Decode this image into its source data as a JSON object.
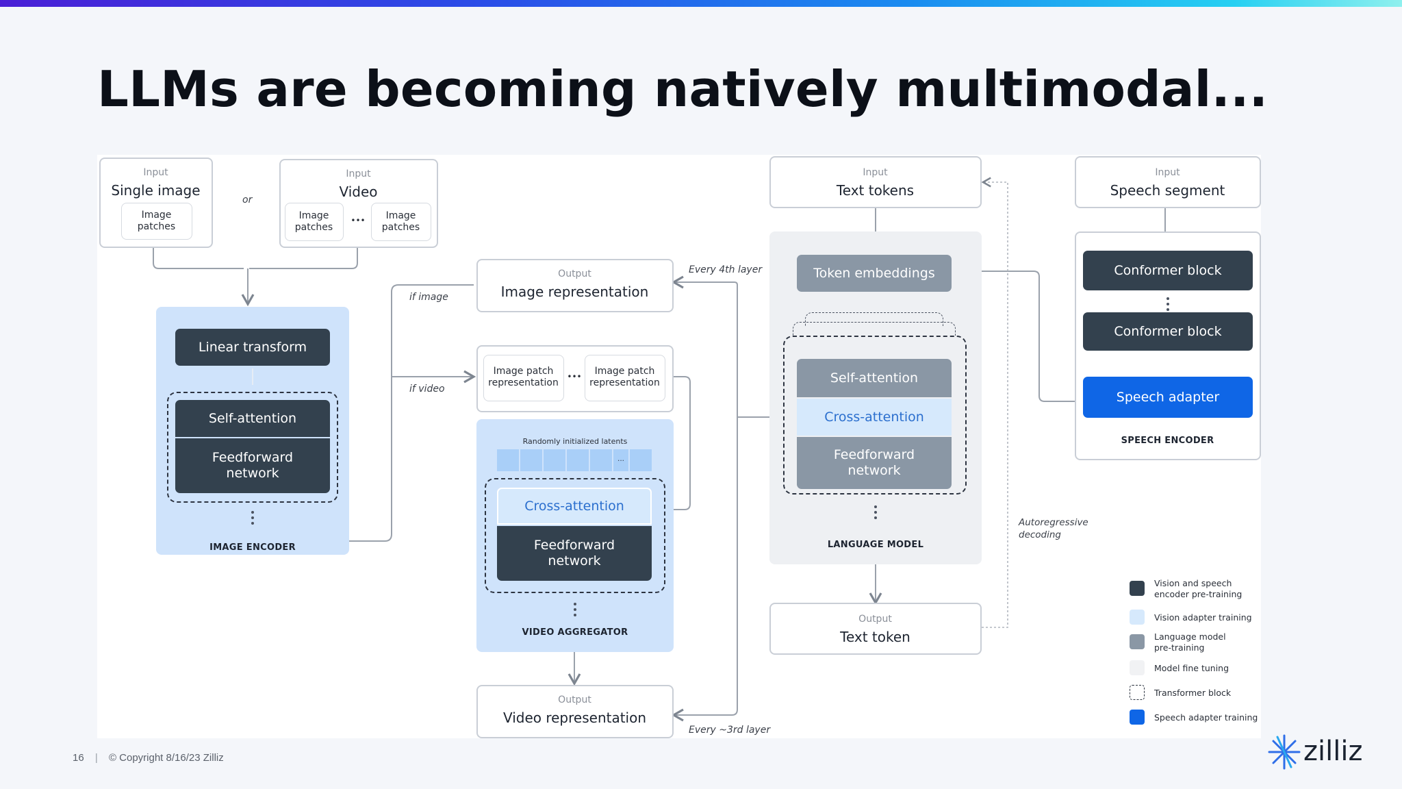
{
  "slide": {
    "title": "LLMs are becoming natively multimodal...",
    "page_number": "16",
    "footer_text": "© Copyright  8/16/23  Zilliz",
    "brand": "zilliz"
  },
  "diagram": {
    "input_single_image": {
      "caption": "Input",
      "title": "Single image",
      "patch": "Image\npatches"
    },
    "or_label": "or",
    "input_video": {
      "caption": "Input",
      "title": "Video",
      "patch1": "Image\npatches",
      "patch2": "Image\npatches",
      "ellipsis": "•••"
    },
    "image_encoder": {
      "linear": "Linear transform",
      "self_attention": "Self-attention",
      "feedforward": "Feedforward\nnetwork",
      "label": "IMAGE ENCODER"
    },
    "if_image": "if image",
    "if_video": "if video",
    "output_image_rep": {
      "caption": "Output",
      "title": "Image representation"
    },
    "image_patch_rep": {
      "p1": "Image patch\nrepresentation",
      "p2": "Image patch\nrepresentation",
      "ellipsis": "•••"
    },
    "video_aggregator": {
      "latents_label": "Randomly initialized latents",
      "latent_ellipsis": "...",
      "cross_attention": "Cross-attention",
      "feedforward": "Feedforward\nnetwork",
      "label": "VIDEO AGGREGATOR"
    },
    "output_video_rep": {
      "caption": "Output",
      "title": "Video representation"
    },
    "every_4th": "Every 4th layer",
    "every_3rd": "Every ~3rd layer",
    "input_text": {
      "caption": "Input",
      "title": "Text tokens"
    },
    "language_model": {
      "token_embeddings": "Token embeddings",
      "self_attention": "Self-attention",
      "cross_attention": "Cross-attention",
      "feedforward": "Feedforward\nnetwork",
      "label": "LANGUAGE MODEL"
    },
    "autoregressive": "Autoregressive\ndecoding",
    "output_text": {
      "caption": "Output",
      "title": "Text token"
    },
    "input_speech": {
      "caption": "Input",
      "title": "Speech segment"
    },
    "speech_encoder": {
      "conformer1": "Conformer block",
      "conformer2": "Conformer block",
      "adapter": "Speech adapter",
      "label": "SPEECH ENCODER"
    },
    "legend": [
      {
        "label": "Vision and speech\nencoder pre-training",
        "color": "#33414e"
      },
      {
        "label": "Vision adapter training",
        "color": "#d6e9fc"
      },
      {
        "label": "Language model\npre-training",
        "color": "#8a97a5"
      },
      {
        "label": "Model fine tuning",
        "color": "#f1f2f4"
      },
      {
        "label": "Transformer block",
        "color": "dashed"
      },
      {
        "label": "Speech adapter training",
        "color": "#0f66e6"
      }
    ]
  }
}
